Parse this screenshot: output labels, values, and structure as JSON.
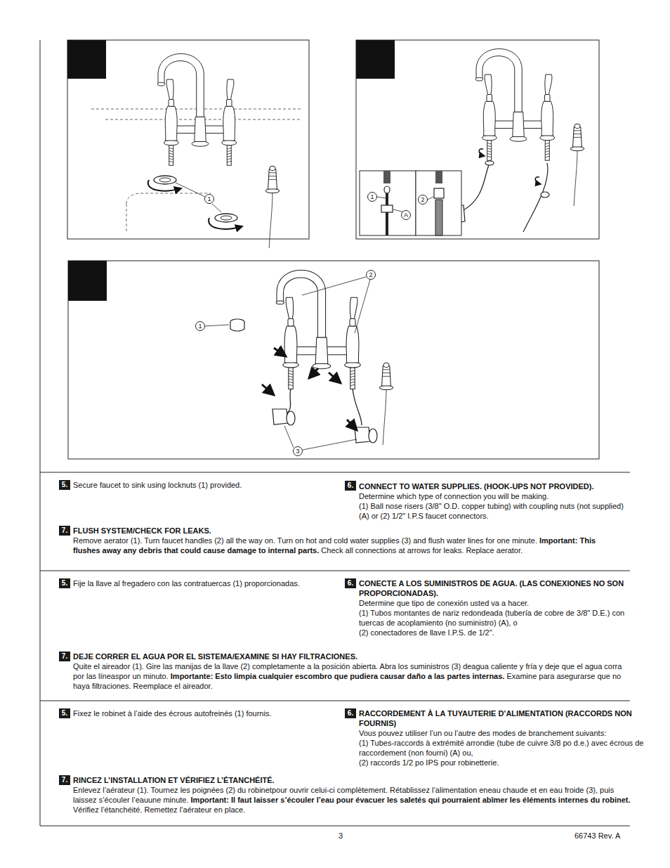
{
  "diagram": {
    "nodes": [
      {
        "text": [
          "1"
        ]
      },
      {
        "text": [
          "1"
        ]
      },
      {
        "text": [
          "A"
        ]
      },
      {
        "text": [
          "2"
        ]
      },
      {
        "text": [
          "1"
        ]
      },
      {
        "text": [
          "2"
        ]
      },
      {
        "text": [
          "3"
        ]
      },
      {
        "text": [
          "5."
        ]
      },
      {
        "text": [
          "6."
        ]
      },
      {
        "text": [
          "7."
        ]
      },
      {
        "text": [
          "5."
        ]
      },
      {
        "text": [
          "6."
        ]
      },
      {
        "text": [
          "7."
        ]
      },
      {
        "text": [
          "5."
        ]
      },
      {
        "text": [
          "6."
        ]
      },
      {
        "text": [
          "7."
        ]
      }
    ],
    "labels": [
      "Secure faucet to sink using locknuts (1) provided.",
      "CONNECT TO WATER SUPPLIES. (HOOK-UPS NOT PROVIDED).",
      "Determine which type of connection you will be making.",
      "(1) Ball nose risers (3/8\" O.D. copper tubing) with coupling nuts (not supplied) (A) or (2) 1/2\" I.P.S faucet connectors.",
      "FLUSH SYSTEM/CHECK FOR LEAKS.",
      "Remove aerator (1). Turn faucet handles (2) all the way on. Turn on hot and cold water supplies (3) and flush water lines for one minute.",
      "Important: This flushes away any debris that could cause damage to internal parts.",
      "Check all connections at arrows for leaks. Replace aerator.",
      "Fije la llave al fregadero con las contratuercas (1) proporcionadas.",
      "CONECTE A LOS SUMINISTROS DE AGUA. (LAS CONEXIONES NO SON PROPORCIONADAS).",
      "Determine que tipo de conexión usted va a hacer.",
      "(1) Tubos montantes de nariz redondeada (tubería de cobre de 3/8\" D.E.) con tuercas de acoplamiento (no suministro) (A), o",
      "(2) conectadores de llave I.P.S. de 1/2\".",
      "DEJE CORRER EL AGUA POR EL SISTEMA/EXAMINE SI HAY FILTRACIONES.",
      "Quite el aireador (1). Gire las manijas de la llave (2) completamente a la posición abierta. Abra los suministros (3) deagua caliente y fría y deje que el agua corra por las líneaspor un minuto.",
      "Importante: Esto limpia cualquier escombro que pudiera causar daño a las partes internas.",
      "Examine para asegurarse que no haya filtraciones. Reemplace el aireador.",
      "Fixez le robinet à l’aide des écrous autofreinés (1) fournis.",
      "RACCORDEMENT À LA TUYAUTERIE D’ALIMENTATION (RACCORDS NON FOURNIS)",
      "Vous pouvez utiliser l’un ou l’autre des modes de branchement suivants:",
      "(1) Tubes-raccords à extrémité arrondie (tube de cuivre 3/8 po d.e.) avec écrous de raccordement (non fourni) (A) ou,",
      "(2) raccords 1/2 po IPS pour robinetterie.",
      "RINCEZ L’INSTALLATION ET VÉRIFIEZ L’ÉTANCHÉITÉ.",
      "Enlevez l’aérateur (1). Tournez les poignées (2) du robinetpour ouvrir celui-ci complètement. Rétablissez l’alimentation eneau chaude et en eau froide (3), puis laissez s’écouler l’eauune minute.",
      "Important: Il faut laisser s’écouler l’eau pour évacuer les saletés qui pourraient abîmer les  éléments internes du robinet.",
      "Vérifiez l’étanchéité. Remettez l’aérateur en place.",
      "3",
      "66743 Rev. A"
    ]
  }
}
